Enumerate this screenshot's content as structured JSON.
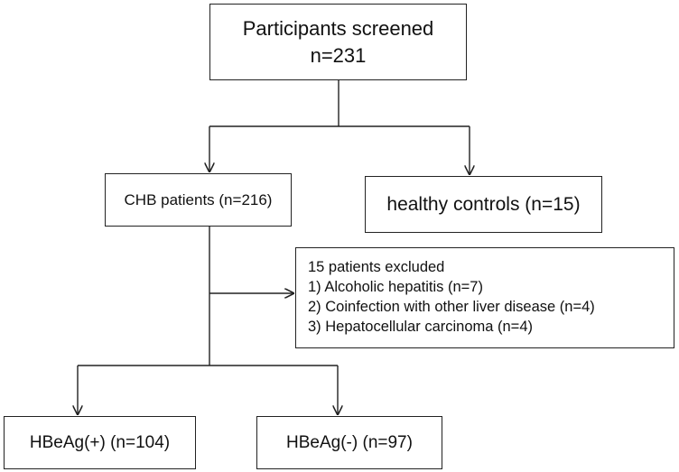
{
  "flowchart": {
    "screened": {
      "title": "Participants screened",
      "count": "n=231"
    },
    "chb": {
      "label": "CHB patients (n=216)"
    },
    "controls": {
      "label": "healthy controls (n=15)"
    },
    "excluded": {
      "title": "15 patients excluded",
      "items": [
        "1) Alcoholic hepatitis (n=7)",
        "2) Coinfection with other liver disease (n=4)",
        "3) Hepatocellular carcinoma (n=4)"
      ]
    },
    "hbeag_pos": {
      "label": "HBeAg(+) (n=104)"
    },
    "hbeag_neg": {
      "label": "HBeAg(-) (n=97)"
    }
  },
  "colors": {
    "line": "#222222",
    "background": "#ffffff"
  }
}
